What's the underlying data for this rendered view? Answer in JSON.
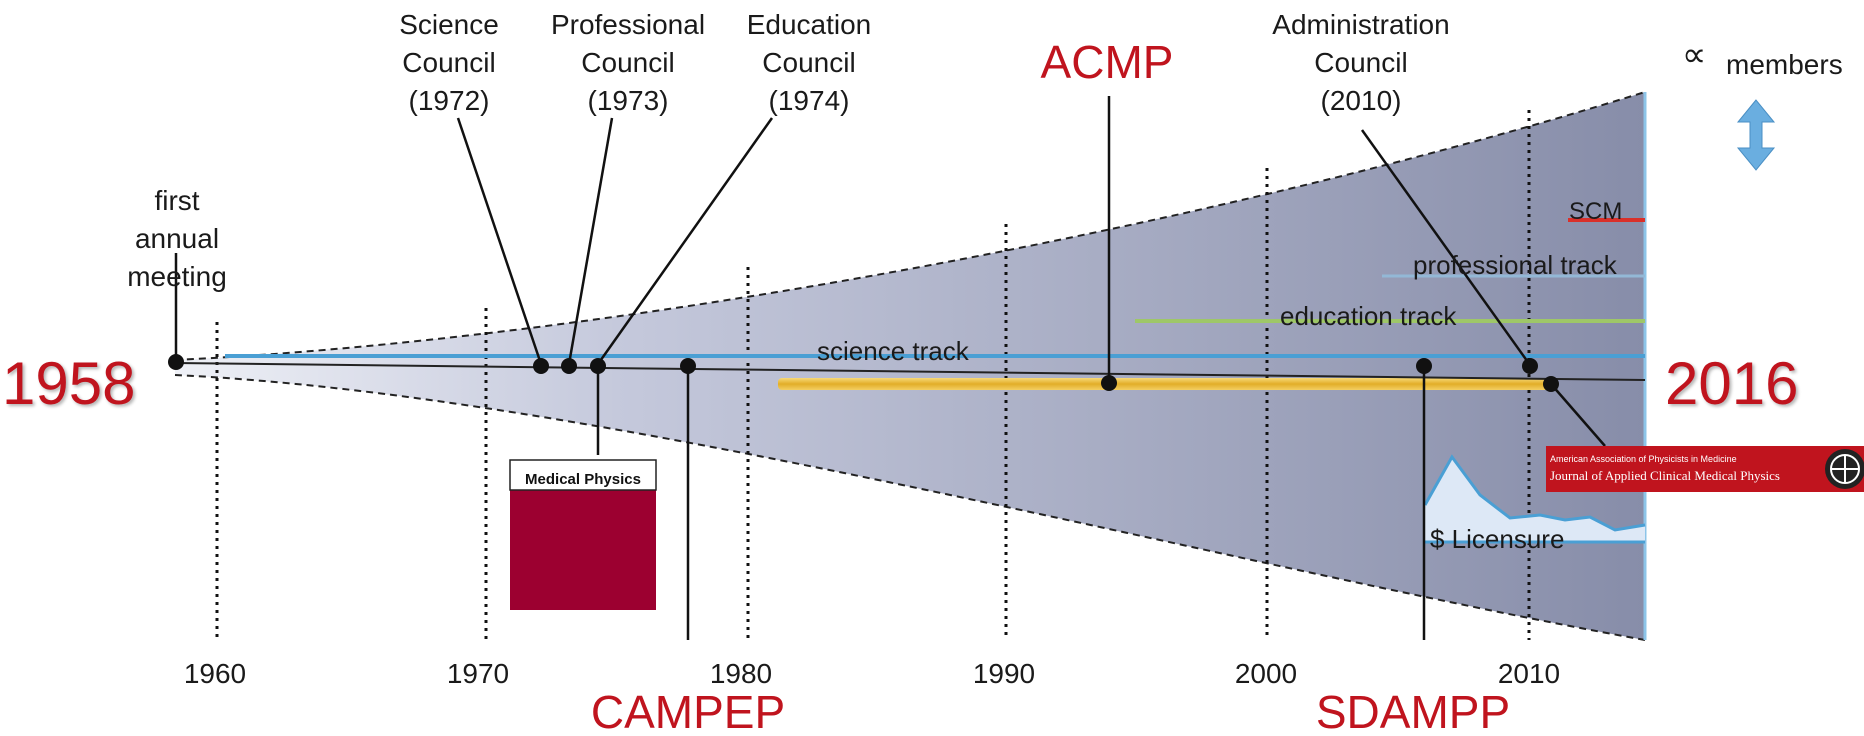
{
  "years": {
    "start": "1958",
    "end": "2016"
  },
  "axis_ticks": [
    "1960",
    "1970",
    "1980",
    "1990",
    "2000",
    "2010"
  ],
  "councils": {
    "science": [
      "Science",
      "Council",
      "(1972)"
    ],
    "professional": [
      "Professional",
      "Council",
      "(1973)"
    ],
    "education": [
      "Education",
      "Council",
      "(1974)"
    ],
    "administration": [
      "Administration",
      "Council",
      "(2010)"
    ]
  },
  "first_meeting": [
    "first",
    "annual",
    "meeting"
  ],
  "orgs": {
    "acmp": "ACMP",
    "campep": "CAMPEP",
    "sdampp": "SDAMPP"
  },
  "tracks": {
    "science": "science track",
    "education": "education track",
    "professional": "professional track",
    "scm": "SCM"
  },
  "members_legend": {
    "symbol": "∝",
    "label": "members"
  },
  "journal_medphys": "Medical Physics",
  "jacmp": {
    "org": "American Association of Physicists in Medicine",
    "title": "Journal of Applied Clinical Medical Physics"
  },
  "licensure_label": "$ Licensure",
  "colors": {
    "accent_red": "#c0141e",
    "science_track": "#4a9fd4",
    "education_track": "#9ec768",
    "professional_track": "#93b8d6",
    "scm_track": "#d9302a",
    "gold_track": "#e7b83a",
    "funnel": "#8f95b5",
    "journal_maroon": "#9c0030"
  }
}
